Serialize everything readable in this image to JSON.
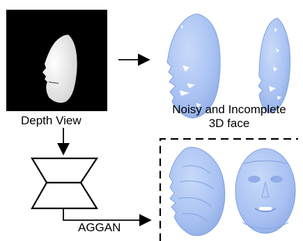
{
  "labels": {
    "depth_view": "Depth View",
    "noisy_line1": "Noisy and Incomplete",
    "noisy_line2": "3D face",
    "aggan": "AGGAN"
  },
  "colors": {
    "face_fill": "#a9c2f3",
    "face_stroke": "#7f9fdb",
    "depth_bg": "#000000",
    "depth_face": "#e8e8e8"
  },
  "icons": [
    "depth-face-icon",
    "noisy-face-profile-icon",
    "noisy-face-side-icon",
    "refined-face-profile-icon",
    "refined-face-front-icon",
    "encoder-decoder-icon"
  ]
}
